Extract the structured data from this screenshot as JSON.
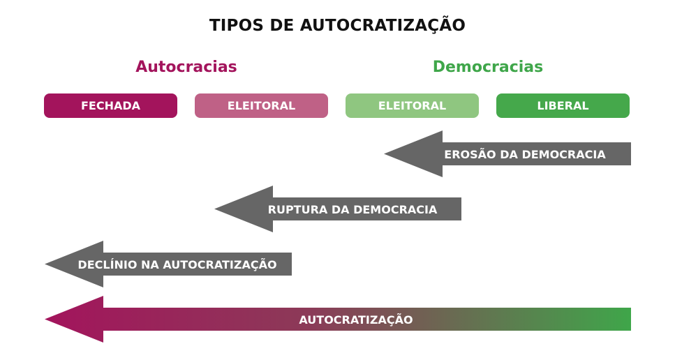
{
  "title": "TIPOS DE AUTOCRATIZAÇÃO",
  "groups": {
    "autocracias": {
      "label": "Autocracias",
      "color": "#a3145c"
    },
    "democracias": {
      "label": "Democracias",
      "color": "#3fa64a"
    }
  },
  "regimes": [
    {
      "label": "FECHADA",
      "color": "#a3145c"
    },
    {
      "label": "ELEITORAL",
      "color": "#bf6186"
    },
    {
      "label": "ELEITORAL",
      "color": "#8fc680"
    },
    {
      "label": "LIBERAL",
      "color": "#45a84b"
    }
  ],
  "arrows": [
    {
      "label": "EROSÃO DA DEMOCRACIA",
      "color": "#666666"
    },
    {
      "label": "RUPTURA DA DEMOCRACIA",
      "color": "#666666"
    },
    {
      "label": "DECLÍNIO NA AUTOCRATIZAÇÃO",
      "color": "#666666"
    },
    {
      "label": "AUTOCRATIZAÇÃO",
      "gradient_from": "#a3145c",
      "gradient_to": "#3fa64a"
    }
  ]
}
